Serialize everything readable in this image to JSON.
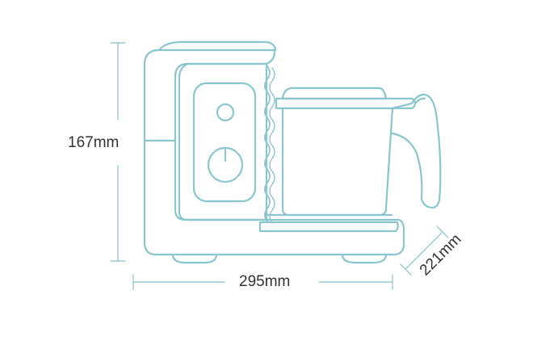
{
  "dimensions": {
    "height": "167mm",
    "width": "295mm",
    "depth": "221mm"
  },
  "colors": {
    "outline": "#8bc6cf",
    "dimension_line": "#9ac9d1",
    "text": "#333333",
    "background": "#ffffff"
  }
}
